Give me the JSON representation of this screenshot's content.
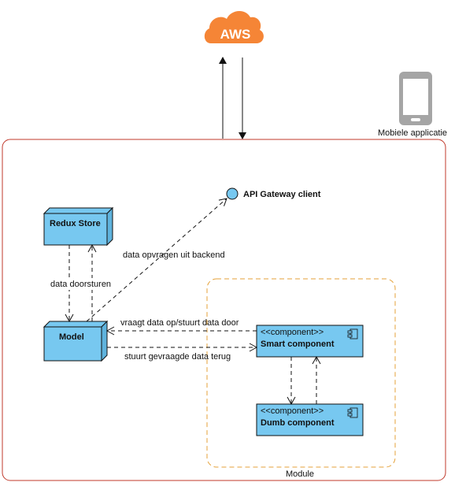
{
  "aws": {
    "label": "AWS",
    "color": "#f58536"
  },
  "device": {
    "label": "Mobiele applicatie",
    "icon": "smartphone-icon"
  },
  "container": {
    "border_color": "#c0392b"
  },
  "module": {
    "label": "Module",
    "border_color": "#e5a23a"
  },
  "api_gateway": {
    "label": "API Gateway client"
  },
  "redux_store": {
    "label": "Redux Store"
  },
  "model": {
    "label": "Model"
  },
  "smart_component": {
    "stereotype": "<<component>>",
    "label": "Smart component"
  },
  "dumb_component": {
    "stereotype": "<<component>>",
    "label": "Dumb component"
  },
  "edges": {
    "model_to_api": "data opvragen uit backend",
    "store_model": "data doorsturen",
    "smart_to_model": "vraagt data op/stuurt data door",
    "model_to_smart": "stuurt gevraagde data terug"
  },
  "node_color": "#77c8f0"
}
